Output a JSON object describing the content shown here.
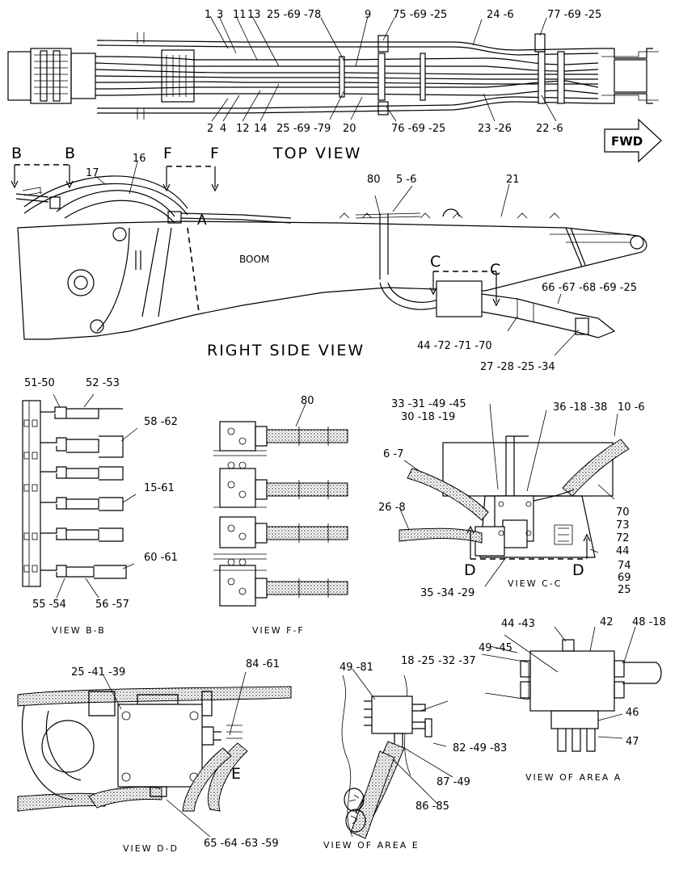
{
  "views": {
    "top": "TOP VIEW",
    "right_side": "RIGHT SIDE VIEW",
    "bb": "VIEW B-B",
    "ff": "VIEW F-F",
    "cc": "VIEW C-C",
    "dd": "VIEW D-D",
    "area_e": "VIEW OF AREA E",
    "area_a": "VIEW OF AREA A"
  },
  "fwd": "FWD",
  "boom": "BOOM",
  "section_letters": {
    "b": "B",
    "f": "F",
    "c": "C",
    "d": "D",
    "a": "A",
    "e": "E"
  },
  "top_labels": {
    "t1": "1",
    "t3": "3",
    "t11": "11",
    "t13": "13",
    "t25_78": "25 -69 -78",
    "t9": "9",
    "t75": "75 -69 -25",
    "t24": "24 -6",
    "t77": "77 -69 -25",
    "b2": "2",
    "b4": "4",
    "b12": "12",
    "b14": "14",
    "b25_79": "25 -69 -79",
    "b20": "20",
    "b76": "76 -69 -25",
    "b23": "23 -26",
    "b22": "22 -6"
  },
  "side_labels": {
    "s17": "17",
    "s16": "16",
    "s80": "80",
    "s5_6": "5 -6",
    "s21": "21",
    "s66": "66 -67 -68 -69 -25",
    "s44": "44 -72 -71 -70",
    "s27": "27 -28 -25 -34"
  },
  "bb_labels": {
    "l51": "51-50",
    "l52": "52 -53",
    "l58": "58 -62",
    "l15": "15-61",
    "l60": "60 -61",
    "l55": "55 -54",
    "l56": "56 -57"
  },
  "ff_labels": {
    "l80": "80"
  },
  "cc_labels": {
    "l33": "33 -31 -49 -45",
    "l30": "30 -18 -19",
    "l36": "36 -18 -38",
    "l10": "10 -6",
    "l6": "6 -7",
    "l26": "26 -8",
    "l70": "70",
    "l73": "73",
    "l72": "72",
    "l44": "44",
    "l74": "74",
    "l69": "69",
    "l25": "25",
    "l35": "35 -34 -29"
  },
  "dd_labels": {
    "l25": "25 -41 -39",
    "l84": "84 -61",
    "l65": "65 -64 -63 -59"
  },
  "e_labels": {
    "l49": "49 -81",
    "l18": "18 -25 -32 -37",
    "l82": "82 -49 -83",
    "l87": "87 -49",
    "l86": "86 -85"
  },
  "a_labels": {
    "l44": "44 -43",
    "l42": "42",
    "l48": "48 -18",
    "l49": "49 -45",
    "l46": "46",
    "l47": "47"
  }
}
